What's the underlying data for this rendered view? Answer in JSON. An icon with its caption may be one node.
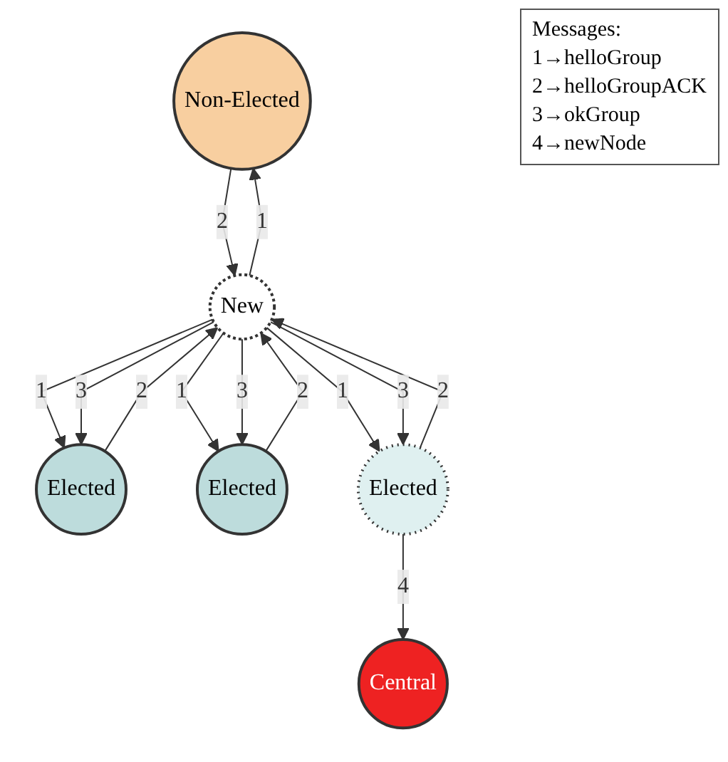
{
  "diagram": {
    "nodes": [
      {
        "text": [
          "Non-Elected"
        ]
      },
      {
        "text": [
          "Elected"
        ]
      },
      {
        "text": [
          "New"
        ]
      },
      {
        "text": [
          "Elected"
        ]
      },
      {
        "text": [
          "Elected"
        ]
      },
      {
        "text": [
          "Central"
        ]
      }
    ],
    "edges": [
      {
        "from": 2,
        "to": 0,
        "arrow": "to",
        "label": "1"
      },
      {
        "from": 0,
        "to": 2,
        "arrow": "to",
        "label": "2"
      },
      {
        "from": 2,
        "to": 1,
        "arrow": "to",
        "label": "1"
      },
      {
        "from": 1,
        "to": 2,
        "arrow": "to",
        "label": "2"
      },
      {
        "from": 2,
        "to": 1,
        "arrow": "to",
        "label": "3"
      },
      {
        "from": 2,
        "to": 3,
        "arrow": "to",
        "label": "1"
      },
      {
        "from": 3,
        "to": 2,
        "arrow": "to",
        "label": "2"
      },
      {
        "from": 2,
        "to": 3,
        "arrow": "to",
        "label": "3"
      },
      {
        "from": 2,
        "to": 4,
        "arrow": "to",
        "label": "1"
      },
      {
        "from": 4,
        "to": 2,
        "arrow": "to",
        "label": "2"
      },
      {
        "from": 2,
        "to": 4,
        "arrow": "to",
        "label": "3"
      },
      {
        "from": 4,
        "to": 5,
        "arrow": "to",
        "label": "4"
      }
    ],
    "labels": [
      "Messages:"
    ],
    "legend": [
      {
        "text": "1→helloGroup"
      },
      {
        "text": "2→helloGroupACK"
      },
      {
        "text": "3→okGroup"
      },
      {
        "text": "4→newNode"
      }
    ]
  }
}
